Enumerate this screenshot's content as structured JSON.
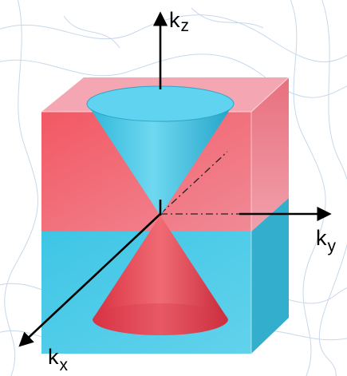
{
  "diagram": {
    "colors": {
      "red_front": "#f0545c",
      "red_side": "#e8707a",
      "red_top": "#f7a8b2",
      "blue_front": "#3cc3e3",
      "blue_side": "#2fa9c9",
      "cone_upper": "#4cc8e6",
      "cone_lower": "#e84350",
      "axis": "#000000",
      "contour": "#b7cde3"
    },
    "axes": [
      {
        "symbol": "k",
        "subscript": "z"
      },
      {
        "symbol": "k",
        "subscript": "y"
      },
      {
        "symbol": "k",
        "subscript": "x"
      }
    ]
  }
}
